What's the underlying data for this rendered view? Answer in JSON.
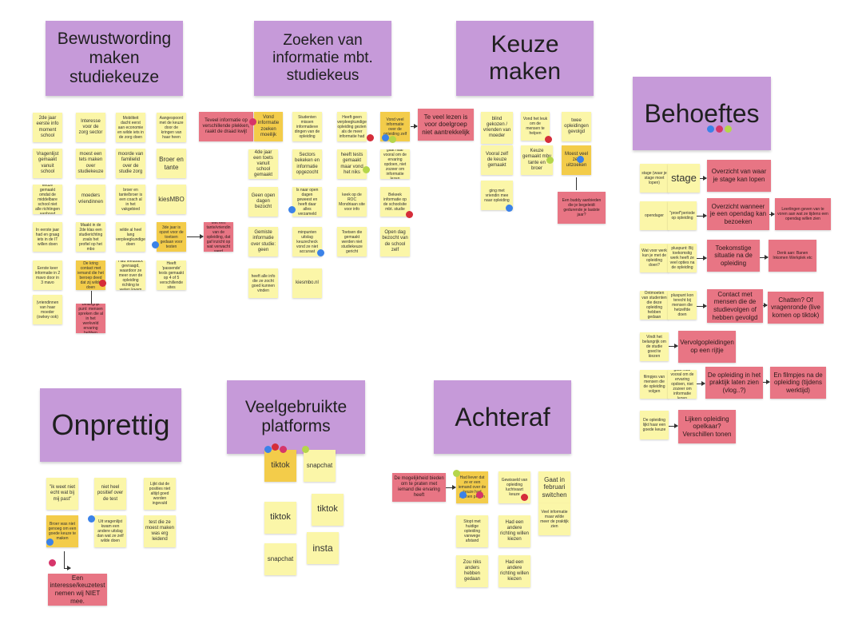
{
  "headers": {
    "bewustwording": "Bewustwording maken studiekeuze",
    "zoeken": "Zoeken van informatie mbt. studiekeus",
    "keuze": "Keuze maken",
    "behoeftes": "Behoeftes",
    "onprettig": "Onprettig",
    "platforms": "Veelgebruikte platforms",
    "achteraf": "Achteraf"
  },
  "bewust": {
    "n1": "2de jaar eerste info moment school",
    "n2": "Interesse voor de zorg sector",
    "n3": "Mobiliteit dacht eerst aan economie en wilde iets in de zorg doen",
    "n4": "Aangespoord met de keuze door de kringen van haar heen",
    "n5": "Vragenlijst gemaakt vanuit school",
    "n6": "moest een tets maken over studiekeuze",
    "n7": "moorde van familielid over de studie zorg",
    "n8": "Broer en tante",
    "n9": "keuze gemaakt omdat de middelbare school niet alle richtingen aanbood",
    "n10": "moeders vriendinnen",
    "n11": "broer en tante/broer is een coach al in het vakgebied",
    "n12": "kiesMBO",
    "n13": "In eerste jaar had en graag iets in de IT willen doen",
    "n14": "Maakt in de 2de klas een studierichting zoals het profiel op het mbo",
    "n15": "wilde al heel lang verpleegkundige doen",
    "n16": "3de jaar is opzet voor de toetsen gedaan voor testen",
    "n17": "Eerste keer informatie in 2 mavo door in 3 mavo",
    "n18": "De kring contact met iemand die het beroep deed dat zij wilde doen",
    "n19": "Had feedback gevraagd, waardoor ze meer over de opleiding richting te weten kwam",
    "n20": "Heeft 'passende' tests gemaakt op 4 of 5 verschillende sites",
    "n21": "Met een tante/vriendin van de opleiding, dat gaf inzicht op wat verwacht werd",
    "n22": "(vriendinnen van haar moeder (owkey ook)",
    "n23": "Belangrijk punt: mensen spreken die al in het werkveld ervaring hebben"
  },
  "zoeken": {
    "z1": "Teveel informatie op verschillende plekken, raakt de draad kwijt",
    "z2": "Vond informatie zoeken moeilijk",
    "z3": "Studenten missen informatieve dingen van de opleiding",
    "z4": "Heeft geen verpleegkundige opleiding gezien als de meer informatie had",
    "z5": "Vond veel informatie over de opleiding zelf",
    "z6": "Te veel lezen is voor doelgroep niet aantrekkelijk",
    "z7": "4de jaar een toets vanuit school gemaakt",
    "z8": "Sectors bekeken en informatie opgezocht",
    "z9": "heeft tests gemaakt maar vond het niks",
    "z10": "gaat haar vooral om de ervaring opdoen, niet zozeer om informatie lezen",
    "z11": "Geen open dagen bezocht",
    "z12": "Is naar open dagen geweest en heeft daar alles verzameld",
    "z13": "keek op de ROC Mondriaan site voor info",
    "z14": "Bekeek informatie op de schoolsite mbt. studie",
    "z15": "Gemiste informatie over studie: geen",
    "z16": "minpunten uitslag keuzecheck vond ze niet accuraat",
    "z17": "Toetsen die gemaakt werden niet studiekeuze gericht",
    "z18": "Open dag bezocht van de school zelf",
    "z19": "heeft alle info die ze zocht goed kunnen vinden",
    "z20": "kiesmbo.nl"
  },
  "keuze": {
    "k1": "blind gekozen / vrienden van moeder",
    "k2": "Vond het leuk om de mensen te helpen",
    "k3": "twee opleidingen gevolgd",
    "k4": "Vooral zelf de keuze gemaakt",
    "k5": "Keuze gemaakt mbv tante en broer",
    "k6": "Moest veel zelf uitzoeken",
    "k7": "ging met vriendin mee naar opleiding",
    "k8": "Een buddy aanbieden die je begeleidt gedurende je laatste jaar?"
  },
  "behoeftes": {
    "b1": "stage (waar je stage moet lopen)",
    "b2": "stage",
    "b3": "Overzicht van waar je stage kan lopen",
    "b4": "opendager",
    "b5": "\"proef\"periode op opleiding",
    "b6": "Overzicht wanneer je een opendag kan bezoeken",
    "b7": "Leerlingen geven van te voren aan wat ze tijdens een opendag willen zien",
    "b8": "Wat voor werk kun je met de opleiding doen?",
    "b9": "pluspunt: Bij toekomstig werk heeft ze veel opties na de opleiding",
    "b10": "Toekomstige situatie na de opleiding",
    "b11": "Denk aan: Banen Inkomen Werkplek etc",
    "b12": "Ontmoeten van studenten die deze opleiding hebben gedaan",
    "b13": "pluspunt kon terecht bij mensen die hetzelfde doen",
    "b14": "Contact met mensen die de studievolgen of hebben gevolgd",
    "b15": "Chatten? Of vragenronde (live komen op tiktok)",
    "b16": "Vindt het belangrijk om de studie goed te kiezen",
    "b17": "Vervolgopleidingen op een rijtje",
    "b18": "filmpjes van mensen die de opleiding volgen",
    "b19": "gaat haar vooral om de ervaring opdoen, niet zozeer om informatie lezen",
    "b20": "De opleiding in het praktijk laten zien (vlog..?)",
    "b21": "En filmpjes na de opleiding (tijdens werktijd)",
    "b22": "De opleiding lijkt haar een goede keuze",
    "b23": "Lijken opleiding opelkaar? Verschillen tonen"
  },
  "onprettig": {
    "o1": "\"ik weet niet echt wat bij mij past\"",
    "o2": "niet heel positief over de test",
    "o3": "Lijkt dat de posities niet altijd goed worden ingevuld",
    "o4": "Broer was niet genoeg om een goede keuze te maken",
    "o5": "Uit vragenlijst kwam een andere uitslag dan wat ze zelf wilde doen",
    "o6": "test die ze moest maken was erg leidend",
    "o7": "Een interesse/keuzetest nemen wij NIET mee."
  },
  "platforms": {
    "p1": "tiktok",
    "p2": "snapchat",
    "p3": "tiktok",
    "p4": "tiktok",
    "p5": "snapchat",
    "p6": "insta"
  },
  "achteraf": {
    "a1": "De mogelijkheid bieden om te praten met iemand die ervaring heeft",
    "a2": "Had liever dat ze er een iemand over de keuze had kunnen praten",
    "a3": "Gewisseld van opleiding luchtvaart keuze",
    "a4": "Gaat in februari switchen",
    "a5": "Stopt met huidige opleiding vanwege afstand",
    "a6": "Had een andere richting willen kiezen",
    "a7": "Veel informatie maar wilde meer de praktijk zien",
    "a8": "Zou niks anders hebben gedaan",
    "a9": "Had een andere richting willen kiezen"
  },
  "colors": {
    "header": "#c69ad9",
    "sticky_yellow": "#fbf6a8",
    "sticky_orange": "#f3cc4a",
    "sticky_red": "#e87584",
    "dot_blue": "#3b82e8",
    "dot_pink": "#d6356a",
    "dot_green": "#b5d64b"
  }
}
